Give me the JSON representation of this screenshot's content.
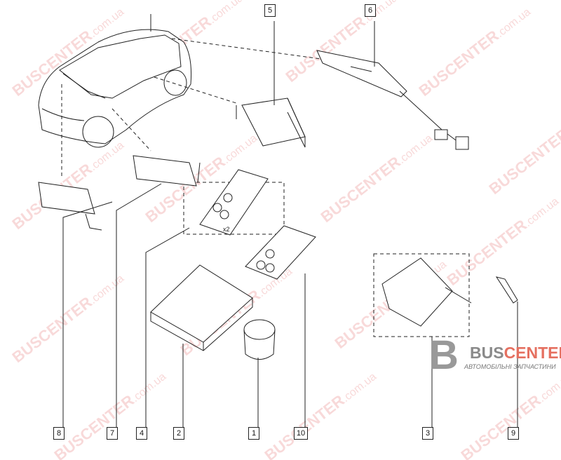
{
  "diagram": {
    "callouts": [
      "5",
      "6",
      "8",
      "7",
      "4",
      "2",
      "1",
      "10",
      "3",
      "9"
    ],
    "quantity_note": "x2"
  },
  "watermark": {
    "brand": "BUSCENTER",
    "domain": ".com.ua"
  },
  "logo": {
    "letter": "B",
    "brand_part1": "BUS",
    "brand_part2": "CENTER",
    "tagline": "АВТОМОБІЛЬНІ ЗАПЧАСТИНИ"
  },
  "colors": {
    "accent": "#e57060",
    "gray": "#8a8a8a"
  }
}
